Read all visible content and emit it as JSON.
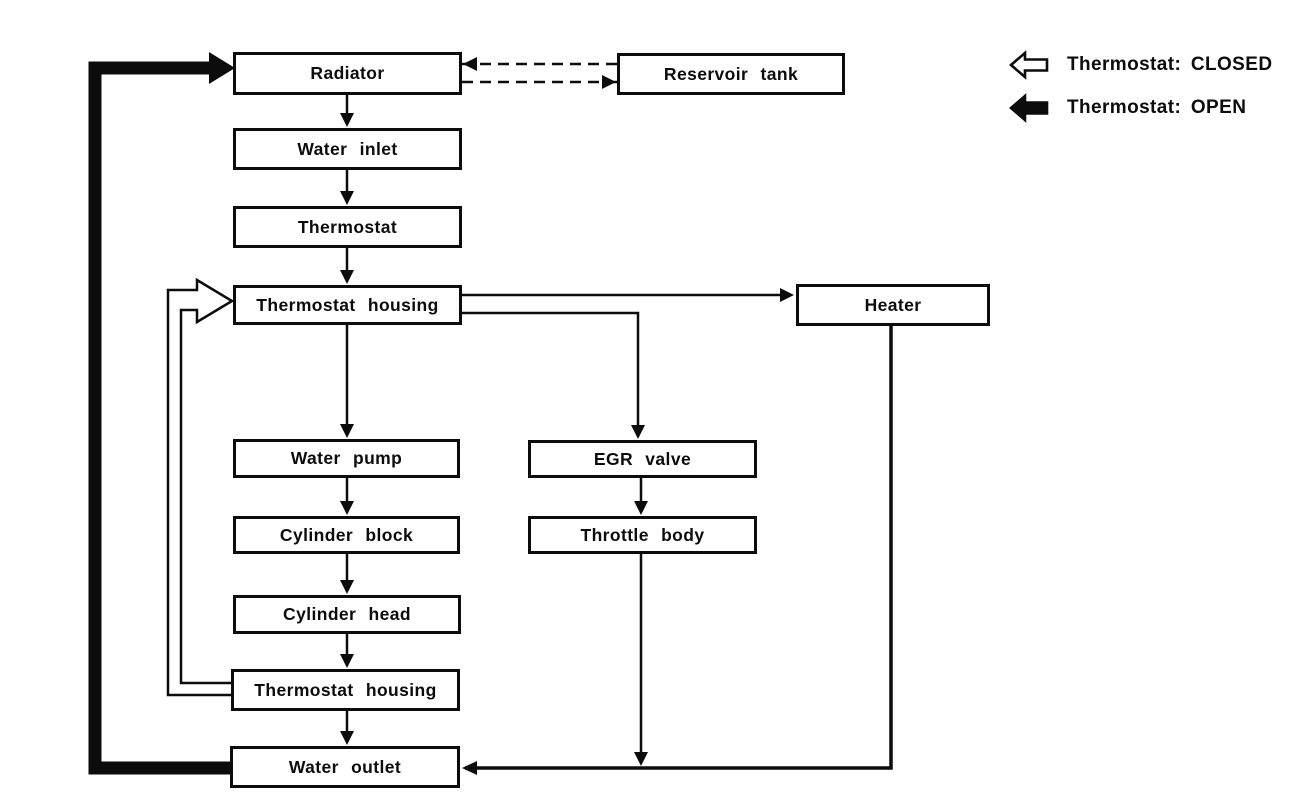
{
  "diagram": {
    "description": "Engine coolant flow diagram",
    "nodes": [
      {
        "id": "radiator",
        "label": "Radiator"
      },
      {
        "id": "reservoir-tank",
        "label": "Reservoir tank"
      },
      {
        "id": "water-inlet",
        "label": "Water inlet"
      },
      {
        "id": "thermostat",
        "label": "Thermostat"
      },
      {
        "id": "thermostat-housing-top",
        "label": "Thermostat housing"
      },
      {
        "id": "heater",
        "label": "Heater"
      },
      {
        "id": "water-pump",
        "label": "Water pump"
      },
      {
        "id": "egr-valve",
        "label": "EGR valve"
      },
      {
        "id": "cylinder-block",
        "label": "Cylinder block"
      },
      {
        "id": "throttle-body",
        "label": "Throttle body"
      },
      {
        "id": "cylinder-head",
        "label": "Cylinder head"
      },
      {
        "id": "thermostat-housing-bottom",
        "label": "Thermostat housing"
      },
      {
        "id": "water-outlet",
        "label": "Water outlet"
      }
    ],
    "edges": [
      {
        "from": "reservoir-tank",
        "to": "radiator",
        "style": "dashed"
      },
      {
        "from": "radiator",
        "to": "reservoir-tank",
        "style": "dashed"
      },
      {
        "from": "radiator",
        "to": "water-inlet",
        "style": "solid"
      },
      {
        "from": "water-inlet",
        "to": "thermostat",
        "style": "solid"
      },
      {
        "from": "thermostat",
        "to": "thermostat-housing-top",
        "style": "solid"
      },
      {
        "from": "thermostat-housing-top",
        "to": "heater",
        "style": "solid"
      },
      {
        "from": "thermostat-housing-top",
        "to": "egr-valve",
        "style": "solid"
      },
      {
        "from": "thermostat-housing-top",
        "to": "water-pump",
        "style": "solid"
      },
      {
        "from": "water-pump",
        "to": "cylinder-block",
        "style": "solid"
      },
      {
        "from": "cylinder-block",
        "to": "cylinder-head",
        "style": "solid"
      },
      {
        "from": "cylinder-head",
        "to": "thermostat-housing-bottom",
        "style": "solid"
      },
      {
        "from": "thermostat-housing-bottom",
        "to": "water-outlet",
        "style": "solid"
      },
      {
        "from": "egr-valve",
        "to": "throttle-body",
        "style": "solid"
      },
      {
        "from": "throttle-body",
        "to": "water-outlet",
        "style": "solid"
      },
      {
        "from": "heater",
        "to": "water-outlet",
        "style": "solid"
      },
      {
        "from": "thermostat-housing-bottom",
        "to": "thermostat-housing-top",
        "style": "hollow-pipe",
        "meaning": "bypass flow when thermostat closed"
      },
      {
        "from": "water-outlet",
        "to": "radiator",
        "style": "thick-solid",
        "meaning": "flow when thermostat open"
      }
    ],
    "legend": [
      {
        "icon": "thermostat-closed-arrow-icon",
        "label": "Thermostat: CLOSED"
      },
      {
        "icon": "thermostat-open-arrow-icon",
        "label": "Thermostat: OPEN"
      }
    ],
    "colors": {
      "line": "#0c0c0c",
      "background": "#ffffff"
    }
  }
}
